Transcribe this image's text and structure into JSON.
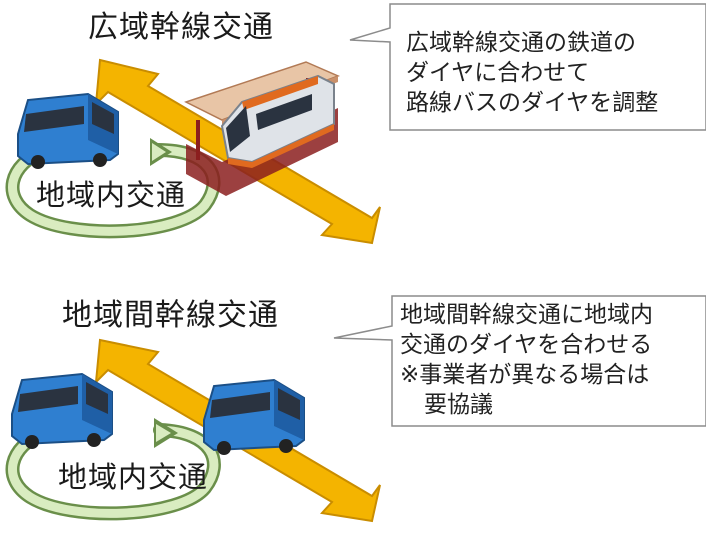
{
  "panel1": {
    "title": "広域幹線交通",
    "loop_label": "地域内交通",
    "callout_lines": [
      "広域幹線交通の鉄道の",
      "ダイヤに合わせて",
      "路線バスのダイヤを調整"
    ]
  },
  "panel2": {
    "title": "地域間幹線交通",
    "loop_label": "地域内交通",
    "callout_lines": [
      "地域間幹線交通に地域内",
      "交通のダイヤを合わせる",
      "※事業者が異なる場合は",
      "要協議"
    ]
  },
  "colors": {
    "arrow_fill": "#f4b400",
    "arrow_stroke": "#c98d00",
    "loop_fill": "#d9ecc0",
    "loop_stroke": "#6a8f4a",
    "bus_body": "#2f7fd0",
    "train_body": "#dfe3e8"
  },
  "icons": {
    "bus": "bus-icon",
    "train": "train-icon",
    "station": "station-icon"
  }
}
